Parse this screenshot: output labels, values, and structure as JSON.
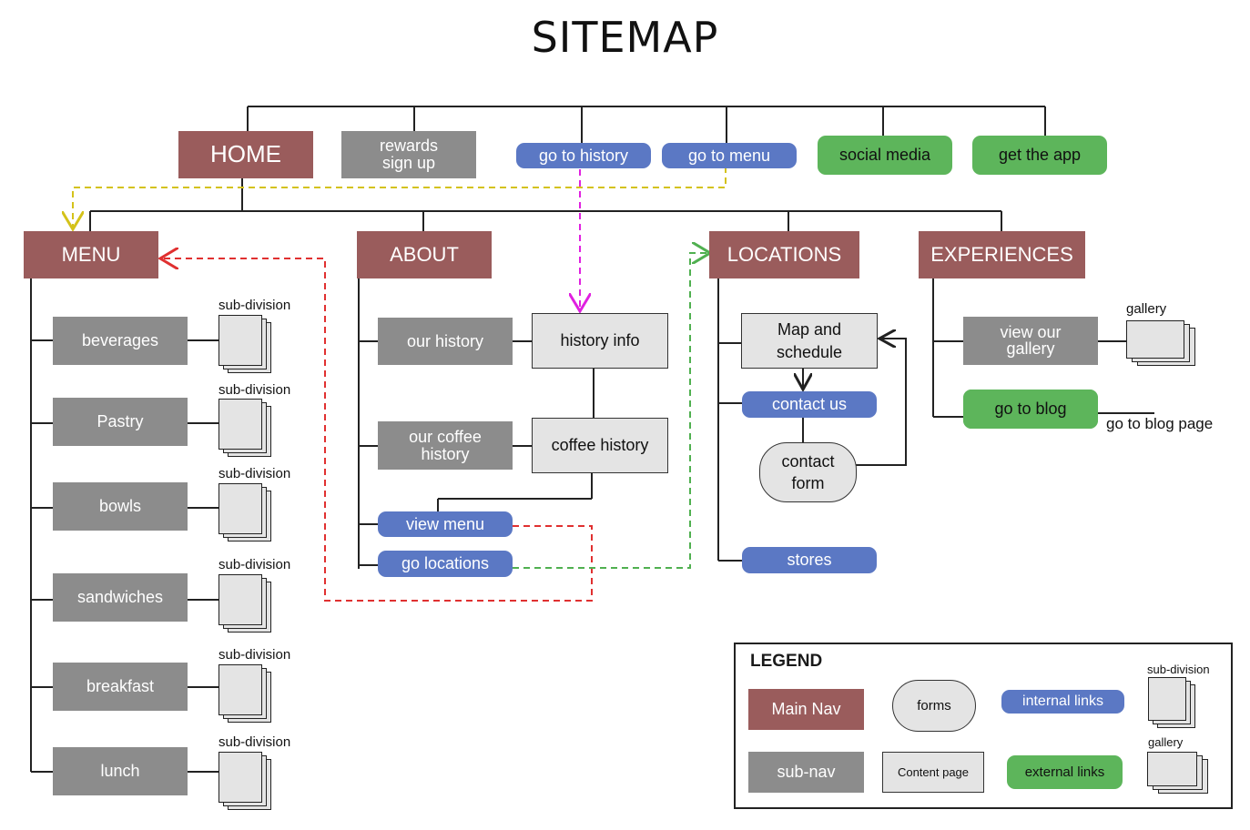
{
  "title": "SITEMAP",
  "top": {
    "home": "HOME",
    "rewards": "rewards sign up",
    "go_history": "go to history",
    "go_menu": "go to menu",
    "social": "social media",
    "app": "get the app"
  },
  "nav": {
    "menu": "MENU",
    "about": "ABOUT",
    "locations": "LOCATIONS",
    "experiences": "EXPERIENCES"
  },
  "menu_items": [
    "beverages",
    "Pastry",
    "bowls",
    "sandwiches",
    "breakfast",
    "lunch"
  ],
  "subdivision_label": "sub-division",
  "about": {
    "our_history": "our history",
    "history_info": "history info",
    "our_coffee_history": "our coffee history",
    "coffee_history": "coffee history",
    "view_menu": "view menu",
    "go_locations": "go locations"
  },
  "locations": {
    "map": "Map and schedule",
    "contact_us": "contact us",
    "contact_form": "contact form",
    "stores": "stores"
  },
  "experiences": {
    "view_gallery": "view our gallery",
    "gallery_label": "gallery",
    "go_blog": "go to blog",
    "blog_page": "go to blog page"
  },
  "legend": {
    "title": "LEGEND",
    "main_nav": "Main Nav",
    "forms": "forms",
    "internal": "internal links",
    "subdivision": "sub-division",
    "subnav": "sub-nav",
    "content": "Content page",
    "external": "external links",
    "gallery": "gallery"
  },
  "colors": {
    "main_nav": "#9a5c5c",
    "sub_nav": "#8c8c8c",
    "content": "#e4e4e4",
    "internal": "#5b78c4",
    "external": "#5db55b",
    "link_yellow": "#d4c21a",
    "link_magenta": "#e020e0",
    "link_red": "#e03030",
    "link_green": "#50b050"
  }
}
